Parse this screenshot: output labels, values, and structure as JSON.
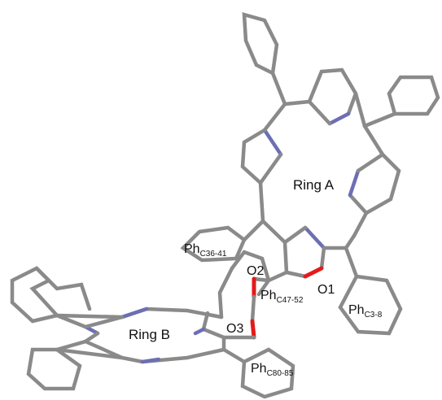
{
  "labels": {
    "ring_a": "Ring A",
    "ring_b": "Ring B",
    "o1": "O1",
    "o2": "O2",
    "o3": "O3",
    "ph_c36": {
      "main": "Ph",
      "sub": "C36-41"
    },
    "ph_c47": {
      "main": "Ph",
      "sub": "C47-52"
    },
    "ph_c3": {
      "main": "Ph",
      "sub": "C3-8"
    },
    "ph_c80": {
      "main": "Ph",
      "sub": "C80-85"
    }
  },
  "colors": {
    "carbon_bond": "#8a8a8a",
    "nitrogen_bond": "#6d6fb4",
    "oxygen_bond": "#e31b1b",
    "label_text": "#111111",
    "background": "#ffffff"
  }
}
